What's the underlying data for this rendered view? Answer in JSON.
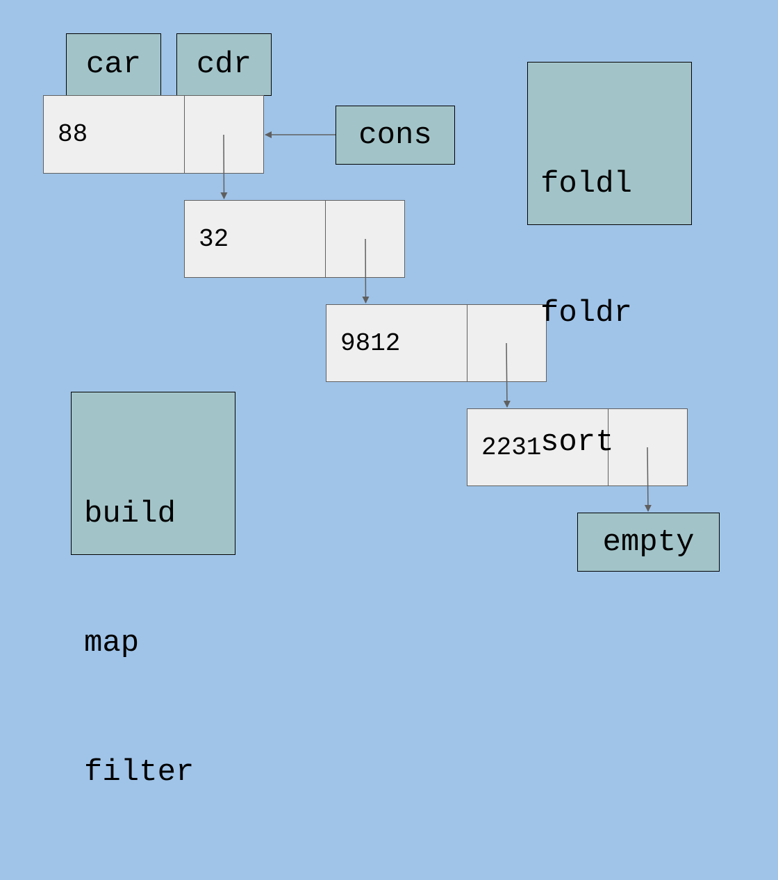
{
  "header_labels": {
    "car": "car",
    "cdr": "cdr",
    "cons": "cons",
    "empty": "empty"
  },
  "cells": [
    {
      "value": "88"
    },
    {
      "value": "32"
    },
    {
      "value": "9812"
    },
    {
      "value": "2231"
    }
  ],
  "fold_list": [
    "foldl",
    "foldr",
    "sort"
  ],
  "build_list": [
    "build",
    "map",
    "filter"
  ],
  "colors": {
    "background": "#a0c4e8",
    "box_fill": "#a2c4c9",
    "cell_fill": "#efefef",
    "arrow": "#5f5f5f"
  }
}
